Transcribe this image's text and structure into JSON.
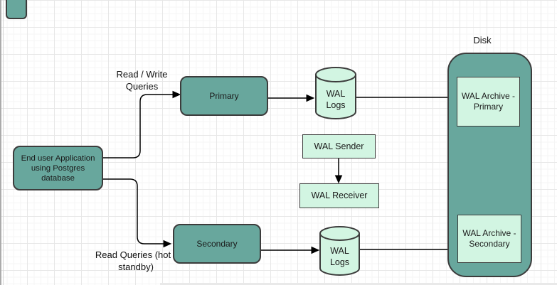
{
  "colors": {
    "teal": "#68A79D",
    "mint": "#D2F5E2",
    "stroke": "#3c3c3c",
    "ink": "#1a1a1a",
    "grid_minor": "#f5f5f5",
    "grid_major": "#e7e7e7"
  },
  "diagram": {
    "disk_label": "Disk",
    "nodes": [
      {
        "id": "end-user",
        "label": "End user Application using Postgres database"
      },
      {
        "id": "primary",
        "label": "Primary"
      },
      {
        "id": "secondary",
        "label": "Secondary"
      },
      {
        "id": "wal-logs-primary",
        "label": "WAL Logs"
      },
      {
        "id": "wal-logs-secondary",
        "label": "WAL Logs"
      },
      {
        "id": "wal-sender",
        "label": "WAL Sender"
      },
      {
        "id": "wal-receiver",
        "label": "WAL Receiver"
      },
      {
        "id": "wal-archive-primary",
        "label": "WAL Archive - Primary"
      },
      {
        "id": "wal-archive-secondary",
        "label": "WAL Archive - Secondary"
      }
    ],
    "edge_labels": [
      {
        "id": "read-write-queries",
        "text": "Read / Write Queries"
      },
      {
        "id": "read-queries-standby",
        "text": "Read Queries (hot - standby)"
      }
    ]
  }
}
